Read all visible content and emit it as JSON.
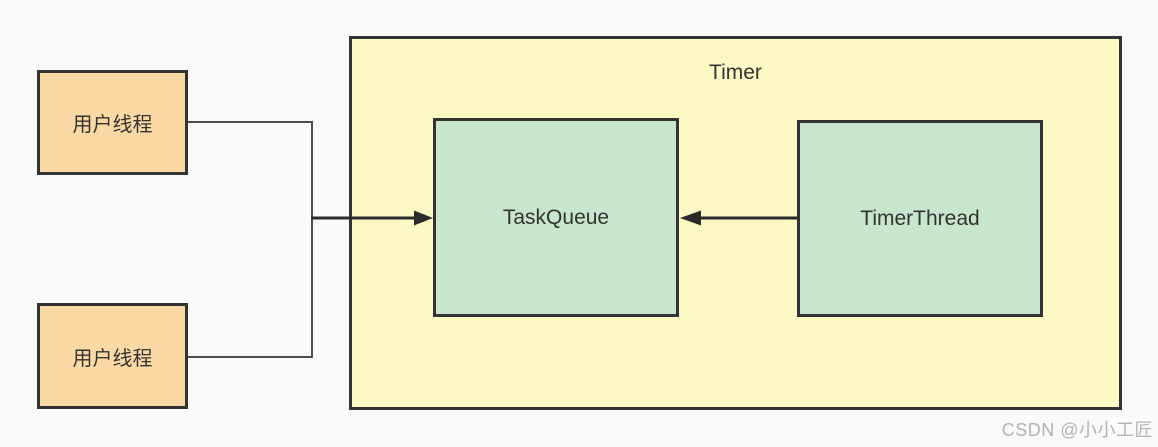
{
  "diagram": {
    "container": {
      "label": "Timer"
    },
    "nodes": [
      {
        "id": "user-thread-1",
        "label": "用户线程"
      },
      {
        "id": "user-thread-2",
        "label": "用户线程"
      },
      {
        "id": "task-queue",
        "label": "TaskQueue"
      },
      {
        "id": "timer-thread",
        "label": "TimerThread"
      }
    ],
    "edges": [
      {
        "from": "user-thread-1",
        "to": "task-queue",
        "arrow": "into-left-side"
      },
      {
        "from": "user-thread-2",
        "to": "task-queue",
        "arrow": "into-left-side"
      },
      {
        "from": "timer-thread",
        "to": "task-queue",
        "arrow": "into-right-side"
      }
    ]
  },
  "watermark": {
    "text": "CSDN @小小工匠"
  },
  "colors": {
    "canvas_bg": "#fafafa",
    "container_fill": "#fdf9c4",
    "user_fill": "#fbd9a5",
    "green_fill": "#c8e5cd",
    "border_color": "#333333",
    "text_color": "#333333",
    "connector_color": "#4d4d4d",
    "arrow_color": "#2b2b2b",
    "watermark_color": "#b3b3b3"
  }
}
